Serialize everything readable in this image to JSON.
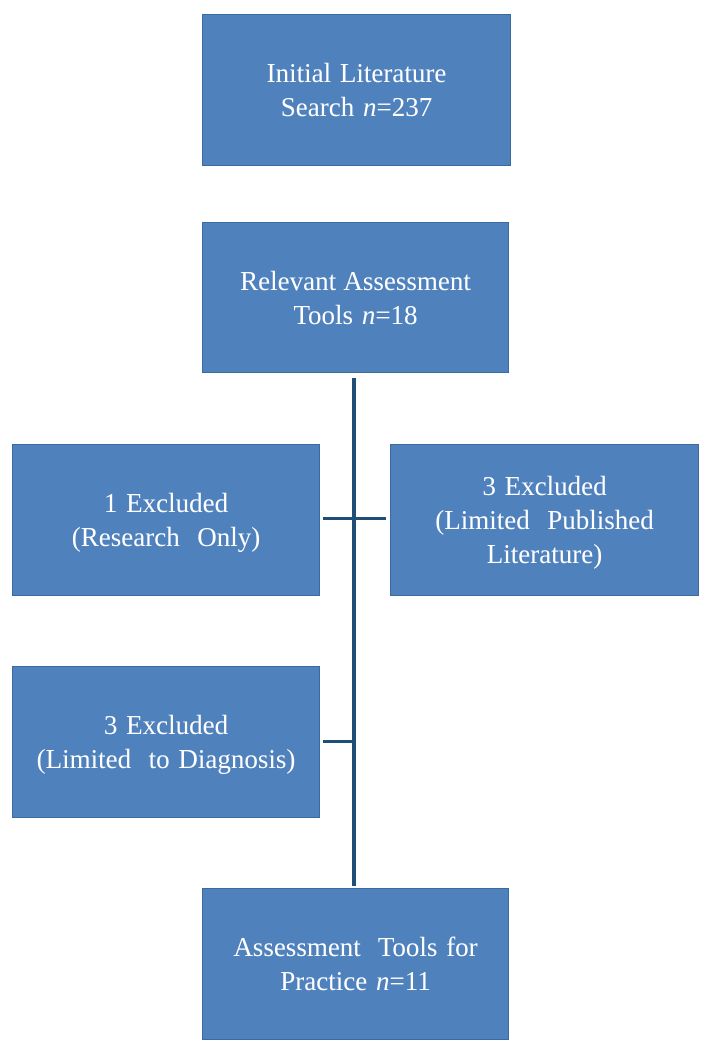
{
  "colors": {
    "box_fill": "#4f81bd",
    "box_border": "#3c6a9e",
    "connector": "#1f4e79",
    "text": "#ffffff"
  },
  "nodes": {
    "initial_search": {
      "line1": "Initial Literature",
      "line2_prefix": "Search ",
      "n_symbol": "n",
      "count": "=237"
    },
    "relevant_tools": {
      "line1": "Relevant Assessment",
      "line2_prefix": "Tools ",
      "n_symbol": "n",
      "count": "=18"
    },
    "excluded_research": {
      "line1": "1 Excluded",
      "line2": "(Research  Only)"
    },
    "excluded_literature": {
      "line1": "3 Excluded",
      "line2": "(Limited  Published",
      "line3": "Literature)"
    },
    "excluded_diagnosis": {
      "line1": "3 Excluded",
      "line2": "(Limited  to Diagnosis)"
    },
    "practice_tools": {
      "line1": "Assessment  Tools for",
      "line2_prefix": "Practice ",
      "n_symbol": "n",
      "count": "=11"
    }
  }
}
